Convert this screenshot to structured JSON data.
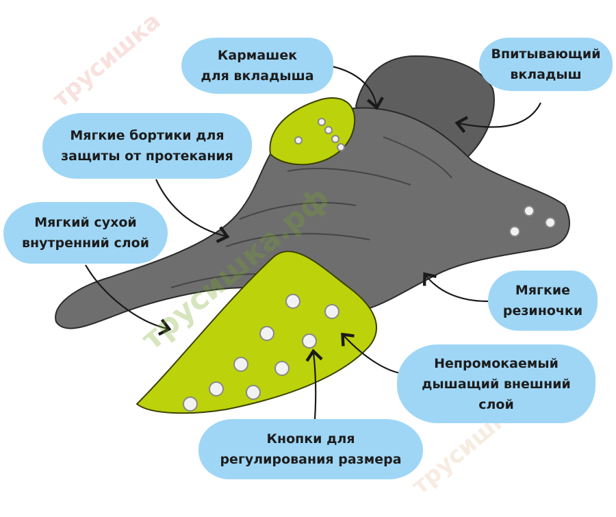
{
  "labels": {
    "pocket": [
      "Кармашек",
      "для вкладыша"
    ],
    "insert": [
      "Впитывающий",
      "вкладыш"
    ],
    "gussets": [
      "Мягкие бортики для",
      "защиты от протекания"
    ],
    "inner_layer": [
      "Мягкий сухой",
      "внутренний слой"
    ],
    "elastics": [
      "Мягкие",
      "резиночки"
    ],
    "outer_layer": [
      "Непромокаемый",
      "дышащий внешний",
      "слой"
    ],
    "snaps": [
      "Кнопки для",
      "регулирования размера"
    ]
  },
  "watermarks": [
    "трусишка",
    "трусишка.рф",
    "трусишка"
  ],
  "colors": {
    "bubble": "#9fd6f5",
    "diaper_gray": "#6e6e6e",
    "diaper_green": "#bcd20a",
    "text": "#1c1c1c"
  }
}
